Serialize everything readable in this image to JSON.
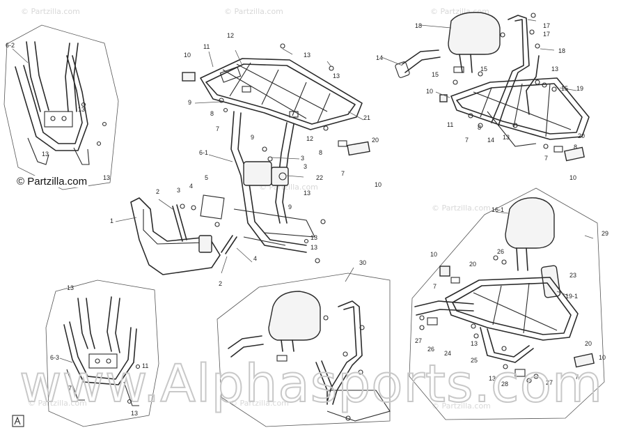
{
  "credit": "© Partzilla.com",
  "watermark_main": "www.Alphasports.com",
  "watermark_small": "© Partzilla.com",
  "labels": [
    {
      "id": "l62",
      "t": "6-2"
    },
    {
      "id": "l13a",
      "t": "13"
    },
    {
      "id": "l13b",
      "t": "13"
    },
    {
      "id": "l13c",
      "t": "13"
    },
    {
      "id": "l10a",
      "t": "10"
    },
    {
      "id": "l11a",
      "t": "11"
    },
    {
      "id": "l12a",
      "t": "12"
    },
    {
      "id": "l13d",
      "t": "13"
    },
    {
      "id": "l13e",
      "t": "13"
    },
    {
      "id": "l9a",
      "t": "9"
    },
    {
      "id": "l8a",
      "t": "8"
    },
    {
      "id": "l7a",
      "t": "7"
    },
    {
      "id": "l21",
      "t": "21"
    },
    {
      "id": "l12b",
      "t": "12"
    },
    {
      "id": "l9b",
      "t": "9"
    },
    {
      "id": "l3a",
      "t": "3"
    },
    {
      "id": "l3b",
      "t": "3"
    },
    {
      "id": "l61",
      "t": "6-1"
    },
    {
      "id": "l8b",
      "t": "8"
    },
    {
      "id": "l20a",
      "t": "20"
    },
    {
      "id": "l7b",
      "t": "7"
    },
    {
      "id": "l10b",
      "t": "10"
    },
    {
      "id": "l22",
      "t": "22"
    },
    {
      "id": "l13f",
      "t": "13"
    },
    {
      "id": "l9c",
      "t": "9"
    },
    {
      "id": "l13g",
      "t": "13"
    },
    {
      "id": "l1",
      "t": "1"
    },
    {
      "id": "l2a",
      "t": "2"
    },
    {
      "id": "l3c",
      "t": "3"
    },
    {
      "id": "l4a",
      "t": "4"
    },
    {
      "id": "l5",
      "t": "5"
    },
    {
      "id": "l4b",
      "t": "4"
    },
    {
      "id": "l2b",
      "t": "2"
    },
    {
      "id": "l13h",
      "t": "13"
    },
    {
      "id": "l18a",
      "t": "18"
    },
    {
      "id": "l17a",
      "t": "17"
    },
    {
      "id": "l17b",
      "t": "17"
    },
    {
      "id": "l18b",
      "t": "18"
    },
    {
      "id": "l14a",
      "t": "14"
    },
    {
      "id": "l15a",
      "t": "15"
    },
    {
      "id": "l15b",
      "t": "15"
    },
    {
      "id": "l13i",
      "t": "13"
    },
    {
      "id": "l15c",
      "t": "15"
    },
    {
      "id": "l19",
      "t": "19"
    },
    {
      "id": "l10c",
      "t": "10"
    },
    {
      "id": "l11b",
      "t": "11"
    },
    {
      "id": "l8c",
      "t": "8"
    },
    {
      "id": "l7c",
      "t": "7"
    },
    {
      "id": "l14b",
      "t": "14"
    },
    {
      "id": "l13j",
      "t": "13"
    },
    {
      "id": "l20b",
      "t": "20"
    },
    {
      "id": "l7d",
      "t": "7"
    },
    {
      "id": "l8d",
      "t": "8"
    },
    {
      "id": "l10d",
      "t": "10"
    },
    {
      "id": "l29",
      "t": "29"
    },
    {
      "id": "l161",
      "t": "16-1"
    },
    {
      "id": "l26a",
      "t": "26"
    },
    {
      "id": "l10e",
      "t": "10"
    },
    {
      "id": "l20c",
      "t": "20"
    },
    {
      "id": "l7e",
      "t": "7"
    },
    {
      "id": "l23",
      "t": "23"
    },
    {
      "id": "l191",
      "t": "19-1"
    },
    {
      "id": "l27a",
      "t": "27"
    },
    {
      "id": "l26b",
      "t": "26"
    },
    {
      "id": "l24",
      "t": "24"
    },
    {
      "id": "l13k",
      "t": "13"
    },
    {
      "id": "l25",
      "t": "25"
    },
    {
      "id": "l20d",
      "t": "20"
    },
    {
      "id": "l10f",
      "t": "10"
    },
    {
      "id": "l13l",
      "t": "13"
    },
    {
      "id": "l28",
      "t": "28"
    },
    {
      "id": "l27b",
      "t": "27"
    },
    {
      "id": "l7f",
      "t": "7"
    },
    {
      "id": "l30",
      "t": "30"
    },
    {
      "id": "l63",
      "t": "6-3"
    },
    {
      "id": "l11c",
      "t": "11"
    },
    {
      "id": "l7g",
      "t": "7"
    },
    {
      "id": "l13m",
      "t": "13"
    },
    {
      "id": "l13n",
      "t": "13"
    }
  ]
}
